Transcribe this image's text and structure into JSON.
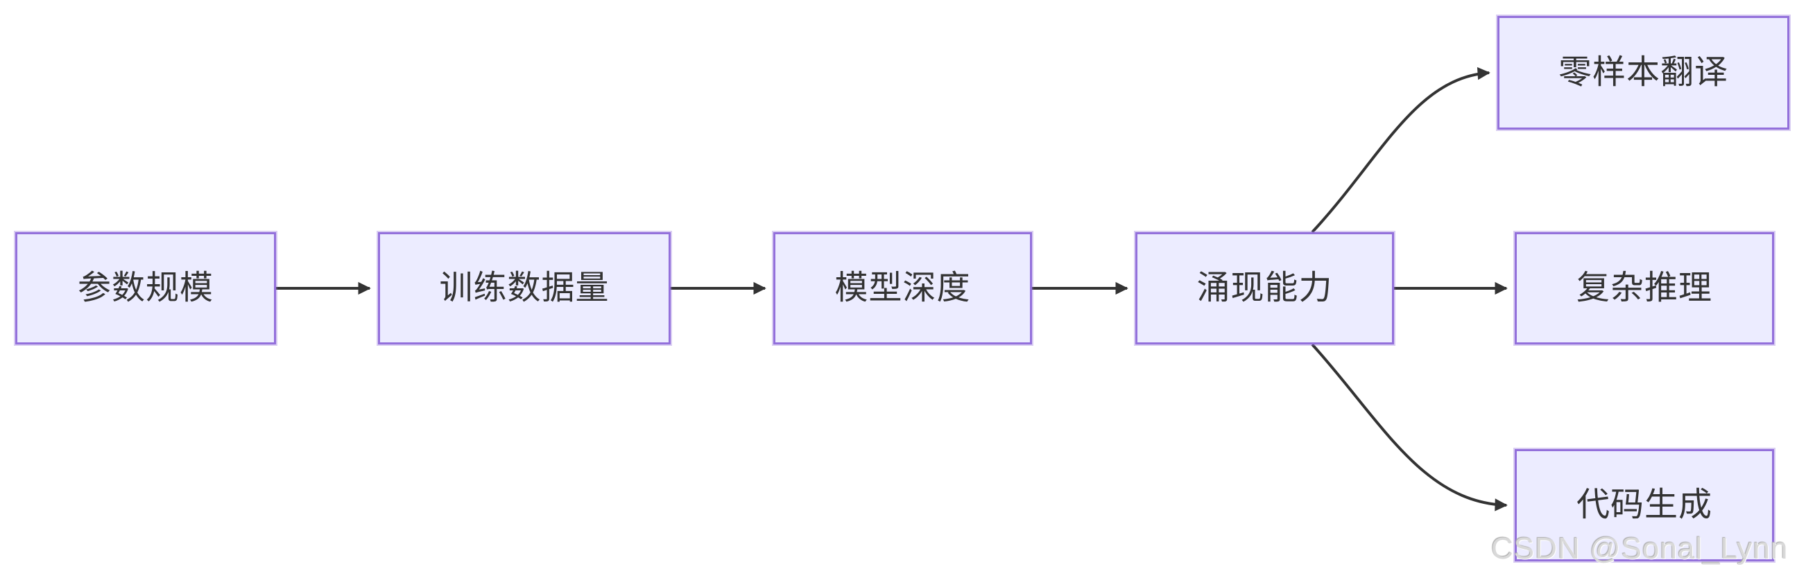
{
  "diagram": {
    "type": "flowchart-left-to-right",
    "nodes": [
      {
        "id": "A",
        "label": "参数规模"
      },
      {
        "id": "B",
        "label": "训练数据量"
      },
      {
        "id": "C",
        "label": "模型深度"
      },
      {
        "id": "D",
        "label": "涌现能力"
      },
      {
        "id": "E",
        "label": "零样本翻译"
      },
      {
        "id": "F",
        "label": "复杂推理"
      },
      {
        "id": "G",
        "label": "代码生成"
      }
    ],
    "edges": [
      {
        "from": "参数规模",
        "to": "训练数据量"
      },
      {
        "from": "训练数据量",
        "to": "模型深度"
      },
      {
        "from": "模型深度",
        "to": "涌现能力"
      },
      {
        "from": "涌现能力",
        "to": "零样本翻译"
      },
      {
        "from": "涌现能力",
        "to": "复杂推理"
      },
      {
        "from": "涌现能力",
        "to": "代码生成"
      }
    ],
    "colors": {
      "node_fill": "#ECECFF",
      "node_border": "#9370DB",
      "edge": "#333333",
      "text": "#333333"
    }
  },
  "watermark": {
    "text": "CSDN @Sonal_Lynn",
    "color": "#D9D9D9"
  }
}
